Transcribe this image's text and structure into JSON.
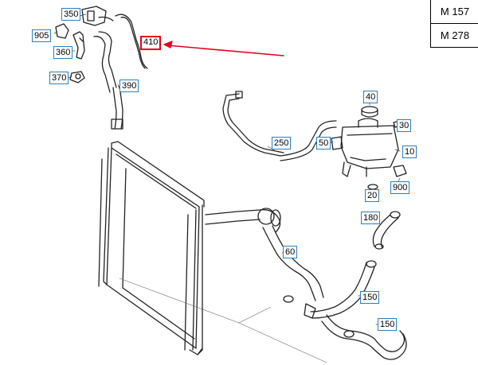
{
  "callouts": [
    {
      "label": "350",
      "highlight": false
    },
    {
      "label": "905",
      "highlight": false
    },
    {
      "label": "360",
      "highlight": false
    },
    {
      "label": "370",
      "highlight": false
    },
    {
      "label": "390",
      "highlight": false
    },
    {
      "label": "410",
      "highlight": true
    },
    {
      "label": "40",
      "highlight": false
    },
    {
      "label": "30",
      "highlight": false
    },
    {
      "label": "50",
      "highlight": false
    },
    {
      "label": "10",
      "highlight": false
    },
    {
      "label": "250",
      "highlight": false
    },
    {
      "label": "20",
      "highlight": false
    },
    {
      "label": "900",
      "highlight": false
    },
    {
      "label": "180",
      "highlight": false
    },
    {
      "label": "60",
      "highlight": false
    },
    {
      "label": "150",
      "highlight": false
    },
    {
      "label": "150",
      "highlight": false
    }
  ],
  "models": [
    "M 157",
    "M 278"
  ],
  "colors": {
    "callout_border": "#2a7fc0",
    "highlight": "#e3001b",
    "line": "#222222"
  }
}
